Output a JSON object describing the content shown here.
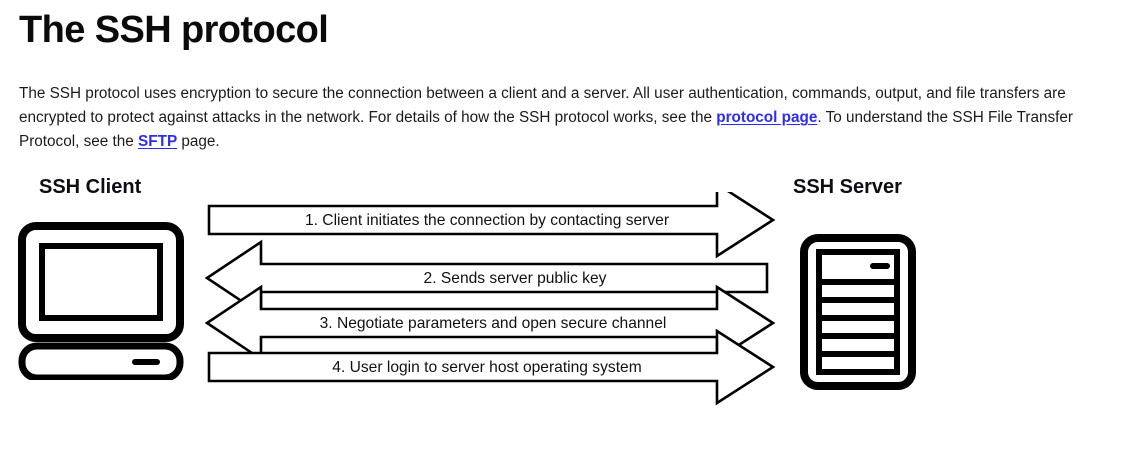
{
  "article": {
    "title": "The SSH protocol",
    "paragraph": {
      "part1": "The SSH protocol uses encryption to secure the connection between a client and a server. All user authentication, commands, output, and file transfers are encrypted to protect against attacks in the network. For details of how the SSH protocol works, see the ",
      "link1": "protocol page",
      "part2": ". To understand the SSH File Transfer Protocol, see the ",
      "link2": "SFTP",
      "part3": " page."
    }
  },
  "diagram": {
    "client_label": "SSH Client",
    "server_label": "SSH Server",
    "client_icon": "desktop-computer-icon",
    "server_icon": "server-rack-icon",
    "steps": [
      {
        "id": 1,
        "label": "1. Client initiates the connection by contacting server",
        "direction": "right"
      },
      {
        "id": 2,
        "label": "2. Sends server public key",
        "direction": "left"
      },
      {
        "id": 3,
        "label": "3. Negotiate parameters and open secure channel",
        "direction": "both"
      },
      {
        "id": 4,
        "label": "4. User login to server host operating system",
        "direction": "right"
      }
    ]
  },
  "colors": {
    "link": "#2d2df2",
    "text": "#1b1b1b",
    "title": "#0b0b0b",
    "stroke": "#000000",
    "background": "#ffffff"
  }
}
